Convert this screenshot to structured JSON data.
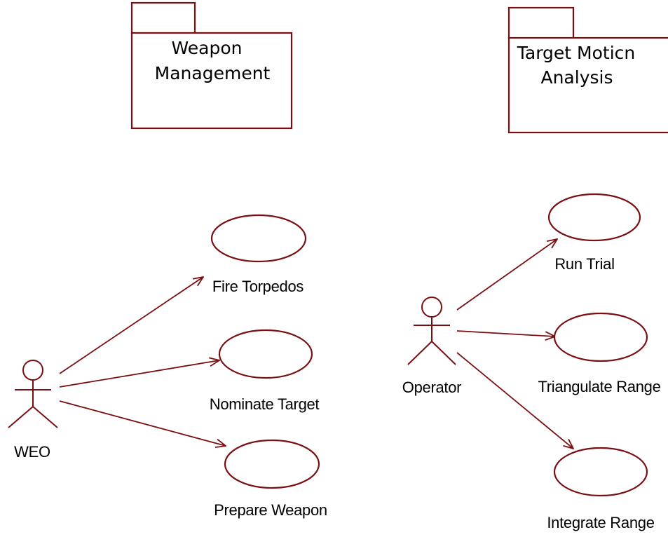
{
  "colors": {
    "line": "#7a0f12",
    "text": "#000000",
    "background": "#ffffff"
  },
  "packages": [
    {
      "id": "weapon-management",
      "lines": [
        "Weapon",
        "Management"
      ]
    },
    {
      "id": "target-motion-analysis",
      "lines": [
        "Target Moticn",
        "Analysis"
      ]
    }
  ],
  "actors": [
    {
      "id": "weo",
      "label": "WEO"
    },
    {
      "id": "operator",
      "label": "Operator"
    }
  ],
  "use_cases": [
    {
      "id": "fire-torpedos",
      "label": "Fire Torpedos"
    },
    {
      "id": "nominate-target",
      "label": "Nominate Target"
    },
    {
      "id": "prepare-weapon",
      "label": "Prepare Weapon"
    },
    {
      "id": "run-trial",
      "label": "Run Trial"
    },
    {
      "id": "triangulate-range",
      "label": "Triangulate Range"
    },
    {
      "id": "integrate-range",
      "label": "Integrate Range"
    }
  ],
  "associations": [
    {
      "from": "weo",
      "to": "fire-torpedos"
    },
    {
      "from": "weo",
      "to": "nominate-target"
    },
    {
      "from": "weo",
      "to": "prepare-weapon"
    },
    {
      "from": "operator",
      "to": "run-trial"
    },
    {
      "from": "operator",
      "to": "triangulate-range"
    },
    {
      "from": "operator",
      "to": "integrate-range"
    }
  ]
}
